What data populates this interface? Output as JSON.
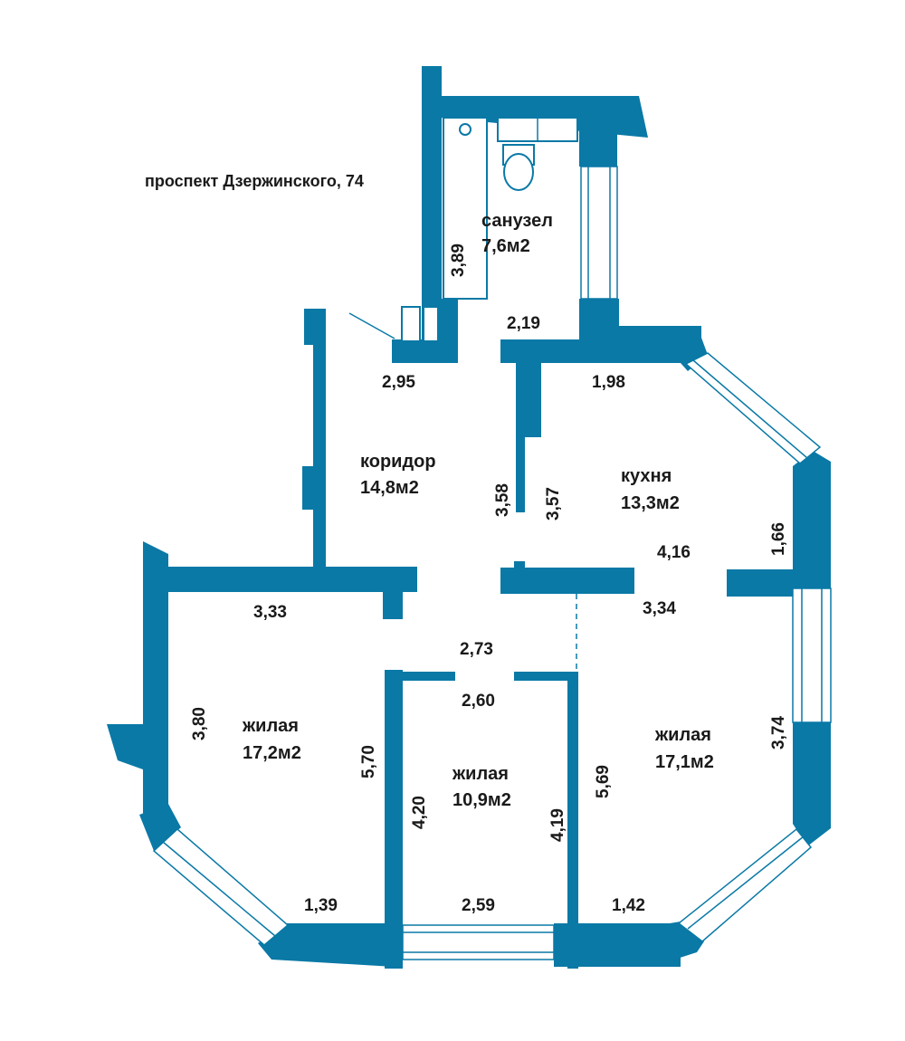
{
  "address": "проспект Дзержинского, 74",
  "colors": {
    "wall": "#0a79a6",
    "text": "#1a1a1a"
  },
  "rooms": [
    {
      "id": "bathroom",
      "name": "санузел",
      "area": "7,6м2"
    },
    {
      "id": "corridor",
      "name": "коридор",
      "area": "14,8м2"
    },
    {
      "id": "kitchen",
      "name": "кухня",
      "area": "13,3м2"
    },
    {
      "id": "living-left",
      "name": "жилая",
      "area": "17,2м2"
    },
    {
      "id": "living-middle",
      "name": "жилая",
      "area": "10,9м2"
    },
    {
      "id": "living-right",
      "name": "жилая",
      "area": "17,1м2"
    }
  ],
  "dimensions": [
    "3,89",
    "2,19",
    "2,95",
    "1,98",
    "3,58",
    "3,57",
    "1,66",
    "4,16",
    "3,33",
    "3,34",
    "2,73",
    "2,60",
    "3,80",
    "5,70",
    "4,20",
    "4,19",
    "5,69",
    "3,74",
    "1,39",
    "2,59",
    "1,42"
  ]
}
